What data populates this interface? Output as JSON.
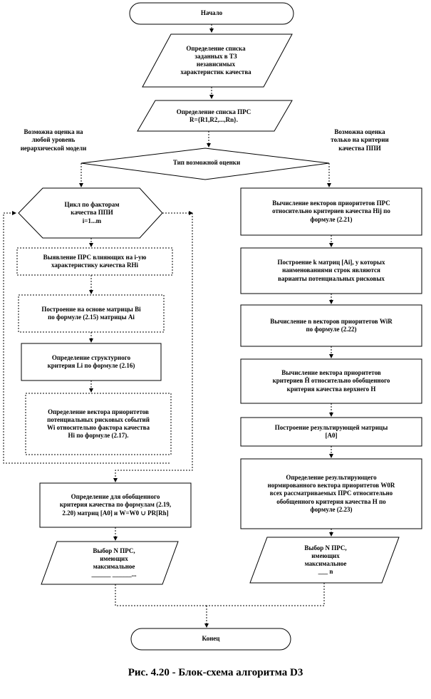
{
  "flowchart": {
    "start": "Начало",
    "step_spec": "Определение списка\nзаданных в ТЗ\nнезависимых\nхарактеристик качества",
    "step_prs_list": "Определение списка ПРС\nR={R1,R2,...,Rn}.",
    "decision": "Тип возможной оценки",
    "left_branch_note": "Возможна оценка на\nлюбой уровень\nиерархической модели",
    "right_branch_note": "Возможна оценка\nтолько на критерии\nкачества ППИ",
    "loop": "Цикл по факторам\nкачества ППИ\ni=1...m",
    "left_steps": [
      "Выявление ПРС влияющих на i-ую\nхарактеристику качества RHi",
      "Построение на основе матрицы Bi\nпо формуле (2.15) матрицы Ai",
      "Определение структурного\nкритерия Li по формуле (2.16)",
      "Определение вектора приоритетов\nпотенциальных рисковых событий\nWi относительно фактора качества\nHi по формуле (2.17)."
    ],
    "left_final": "Определение для обобщенного\nкритерия качества по формулам (2.19,\n2.20) матриц [A0] и W=W0 ∪ PR[Rh]",
    "left_output": "Выбор N ПРС,\nимеющих\nмаксимальное\n______ ______...",
    "right_steps": [
      "Вычисление векторов приоритетов ПРС\nотносительно критериев качества Hij по\nформуле (2.21)",
      "Построение k матриц [Ai], у которых\nнаименованиями строк являются\nварианты потенциальных рисковых",
      "Вычисление n векторов приоритетов WiR\nпо формуле (2.22)",
      "Вычисление вектора приоритетов\nкритериев Ĥ относительно обобщенного\nкритерия качества верхнего H",
      "Построение результирующей матрицы\n[A0]",
      "Определение результирующего\nнормированного вектора приоритетов W0R\nвсех рассматриваемых ПРС относительно\nобобщенного критерия качества H по\nформуле (2.23)"
    ],
    "right_output": "Выбор N ПРС,\nимеющих\nмаксимальное\n___ n",
    "end": "Конец"
  },
  "caption": "Рис. 4.20 - Блок-схема алгоритма D3"
}
